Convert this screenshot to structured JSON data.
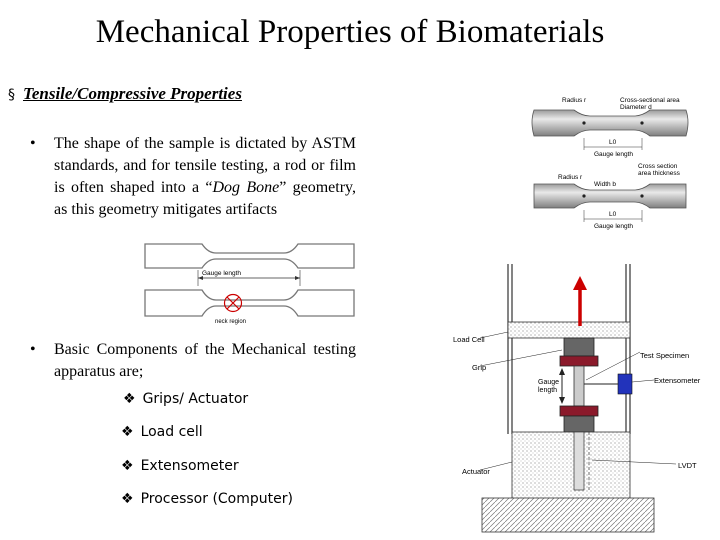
{
  "slide": {
    "title": "Mechanical Properties of Biomaterials",
    "section_bullet": "§",
    "section_title": "Tensile/Compressive Properties",
    "bullet1": {
      "marker": "•",
      "pre": "The shape of the sample is dictated by ASTM standards, and for tensile testing, a rod or film is often shaped into a “",
      "italic": "Dog Bone",
      "post": "” geometry, as this geometry mitigates artifacts"
    },
    "bullet2": {
      "marker": "•",
      "text": "Basic Components of the Mechanical testing apparatus are;"
    },
    "components": [
      "Grips/ Actuator",
      "Load cell",
      "Extensometer",
      "Processor (Computer)"
    ],
    "components_marker": "❖",
    "dogbone_labels": {
      "gauge": "Gauge length",
      "neck": "neck region"
    },
    "specimen_labels": {
      "radius_top": "Radius r",
      "cross_top": "Cross-sectional area",
      "diameter": "Diameter d",
      "l0": "L0",
      "gauge_top": "Gauge length",
      "cross_bottom_1": "Cross section",
      "cross_bottom_2": "area thickness",
      "radius_bottom": "Radius r",
      "width": "Width b",
      "gauge_bottom": "Gauge length"
    },
    "apparatus_labels": {
      "load_cell": "Load Cell",
      "grip": "Grip",
      "test_specimen": "Test Specimen",
      "gauge_1": "Gauge",
      "gauge_2": "length",
      "extensometer": "Extensometer",
      "actuator": "Actuator",
      "lvdt": "LVDT"
    },
    "colors": {
      "arrow": "#cc0000",
      "grip": "#8b1a2b",
      "extensometer": "#2233bb"
    }
  }
}
